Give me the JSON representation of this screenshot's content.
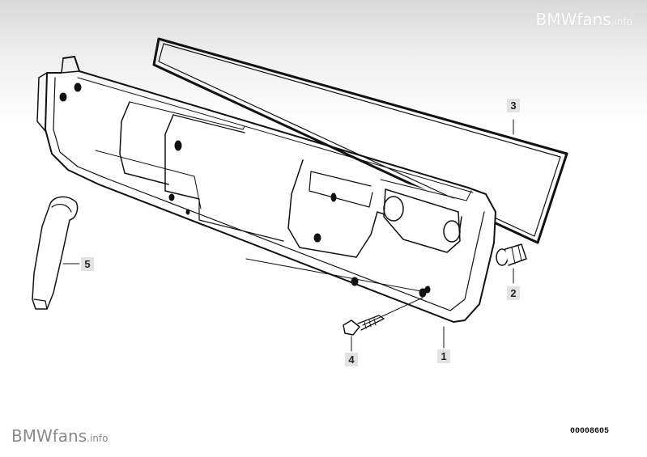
{
  "watermark": {
    "brand": "BMWfans",
    "tld": ".info"
  },
  "drawing_number": "00008605",
  "callouts": [
    {
      "id": "1",
      "label": "1"
    },
    {
      "id": "2",
      "label": "2"
    },
    {
      "id": "3",
      "label": "3"
    },
    {
      "id": "4",
      "label": "4"
    },
    {
      "id": "5",
      "label": "5"
    }
  ]
}
